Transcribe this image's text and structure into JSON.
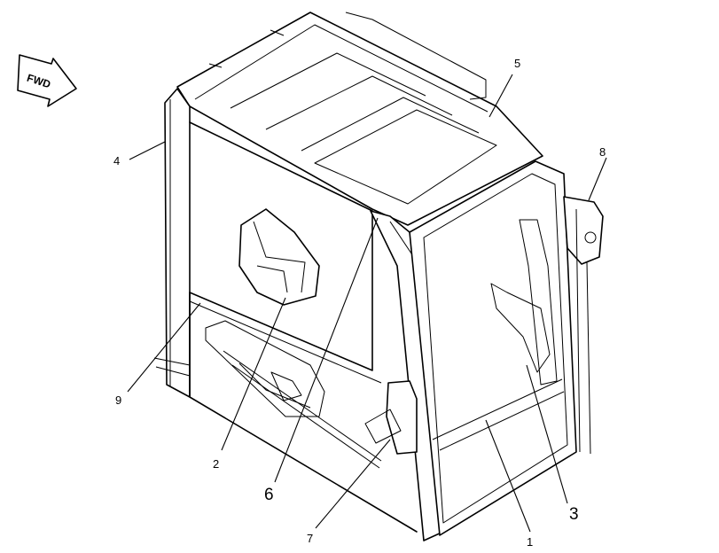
{
  "direction_arrow": {
    "label": "FWD"
  },
  "callouts": [
    {
      "id": "1",
      "label": "1"
    },
    {
      "id": "2",
      "label": "2"
    },
    {
      "id": "3",
      "label": "3"
    },
    {
      "id": "4",
      "label": "4"
    },
    {
      "id": "5",
      "label": "5"
    },
    {
      "id": "6",
      "label": "6"
    },
    {
      "id": "7",
      "label": "7"
    },
    {
      "id": "8",
      "label": "8"
    },
    {
      "id": "9",
      "label": "9"
    }
  ]
}
